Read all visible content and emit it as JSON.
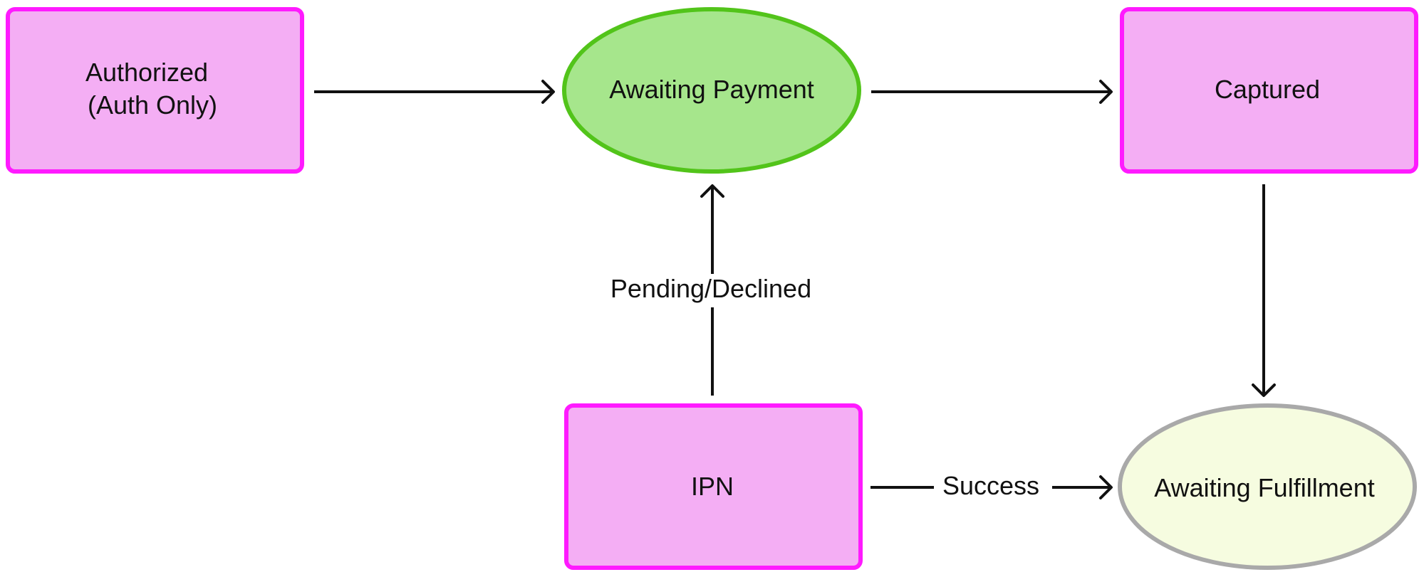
{
  "nodes": {
    "authorized": {
      "lines": [
        "Authorized",
        "(Auth Only)"
      ],
      "shape": "rectangle",
      "fill": "#f4aef4",
      "stroke": "#ff1aff"
    },
    "awaiting_payment": {
      "lines": [
        "Awaiting Payment"
      ],
      "shape": "ellipse",
      "fill": "#a6e68c",
      "stroke": "#52c41a"
    },
    "captured": {
      "lines": [
        "Captured"
      ],
      "shape": "rectangle",
      "fill": "#f4aef4",
      "stroke": "#ff1aff"
    },
    "ipn": {
      "lines": [
        "IPN"
      ],
      "shape": "rectangle",
      "fill": "#f4aef4",
      "stroke": "#ff1aff"
    },
    "awaiting_fulfillment": {
      "lines": [
        "Awaiting Fulfillment"
      ],
      "shape": "ellipse",
      "fill": "#f6fce0",
      "stroke": "#a9a9a9"
    }
  },
  "edges": {
    "authorized_to_awaiting_payment": {
      "from": "authorized",
      "to": "awaiting_payment",
      "label": ""
    },
    "awaiting_payment_to_captured": {
      "from": "awaiting_payment",
      "to": "captured",
      "label": ""
    },
    "ipn_to_awaiting_payment": {
      "from": "ipn",
      "to": "awaiting_payment",
      "label": "Pending/Declined"
    },
    "captured_to_awaiting_fulfillment": {
      "from": "captured",
      "to": "awaiting_fulfillment",
      "label": ""
    },
    "ipn_to_awaiting_fulfillment": {
      "from": "ipn",
      "to": "awaiting_fulfillment",
      "label": "Success"
    }
  }
}
